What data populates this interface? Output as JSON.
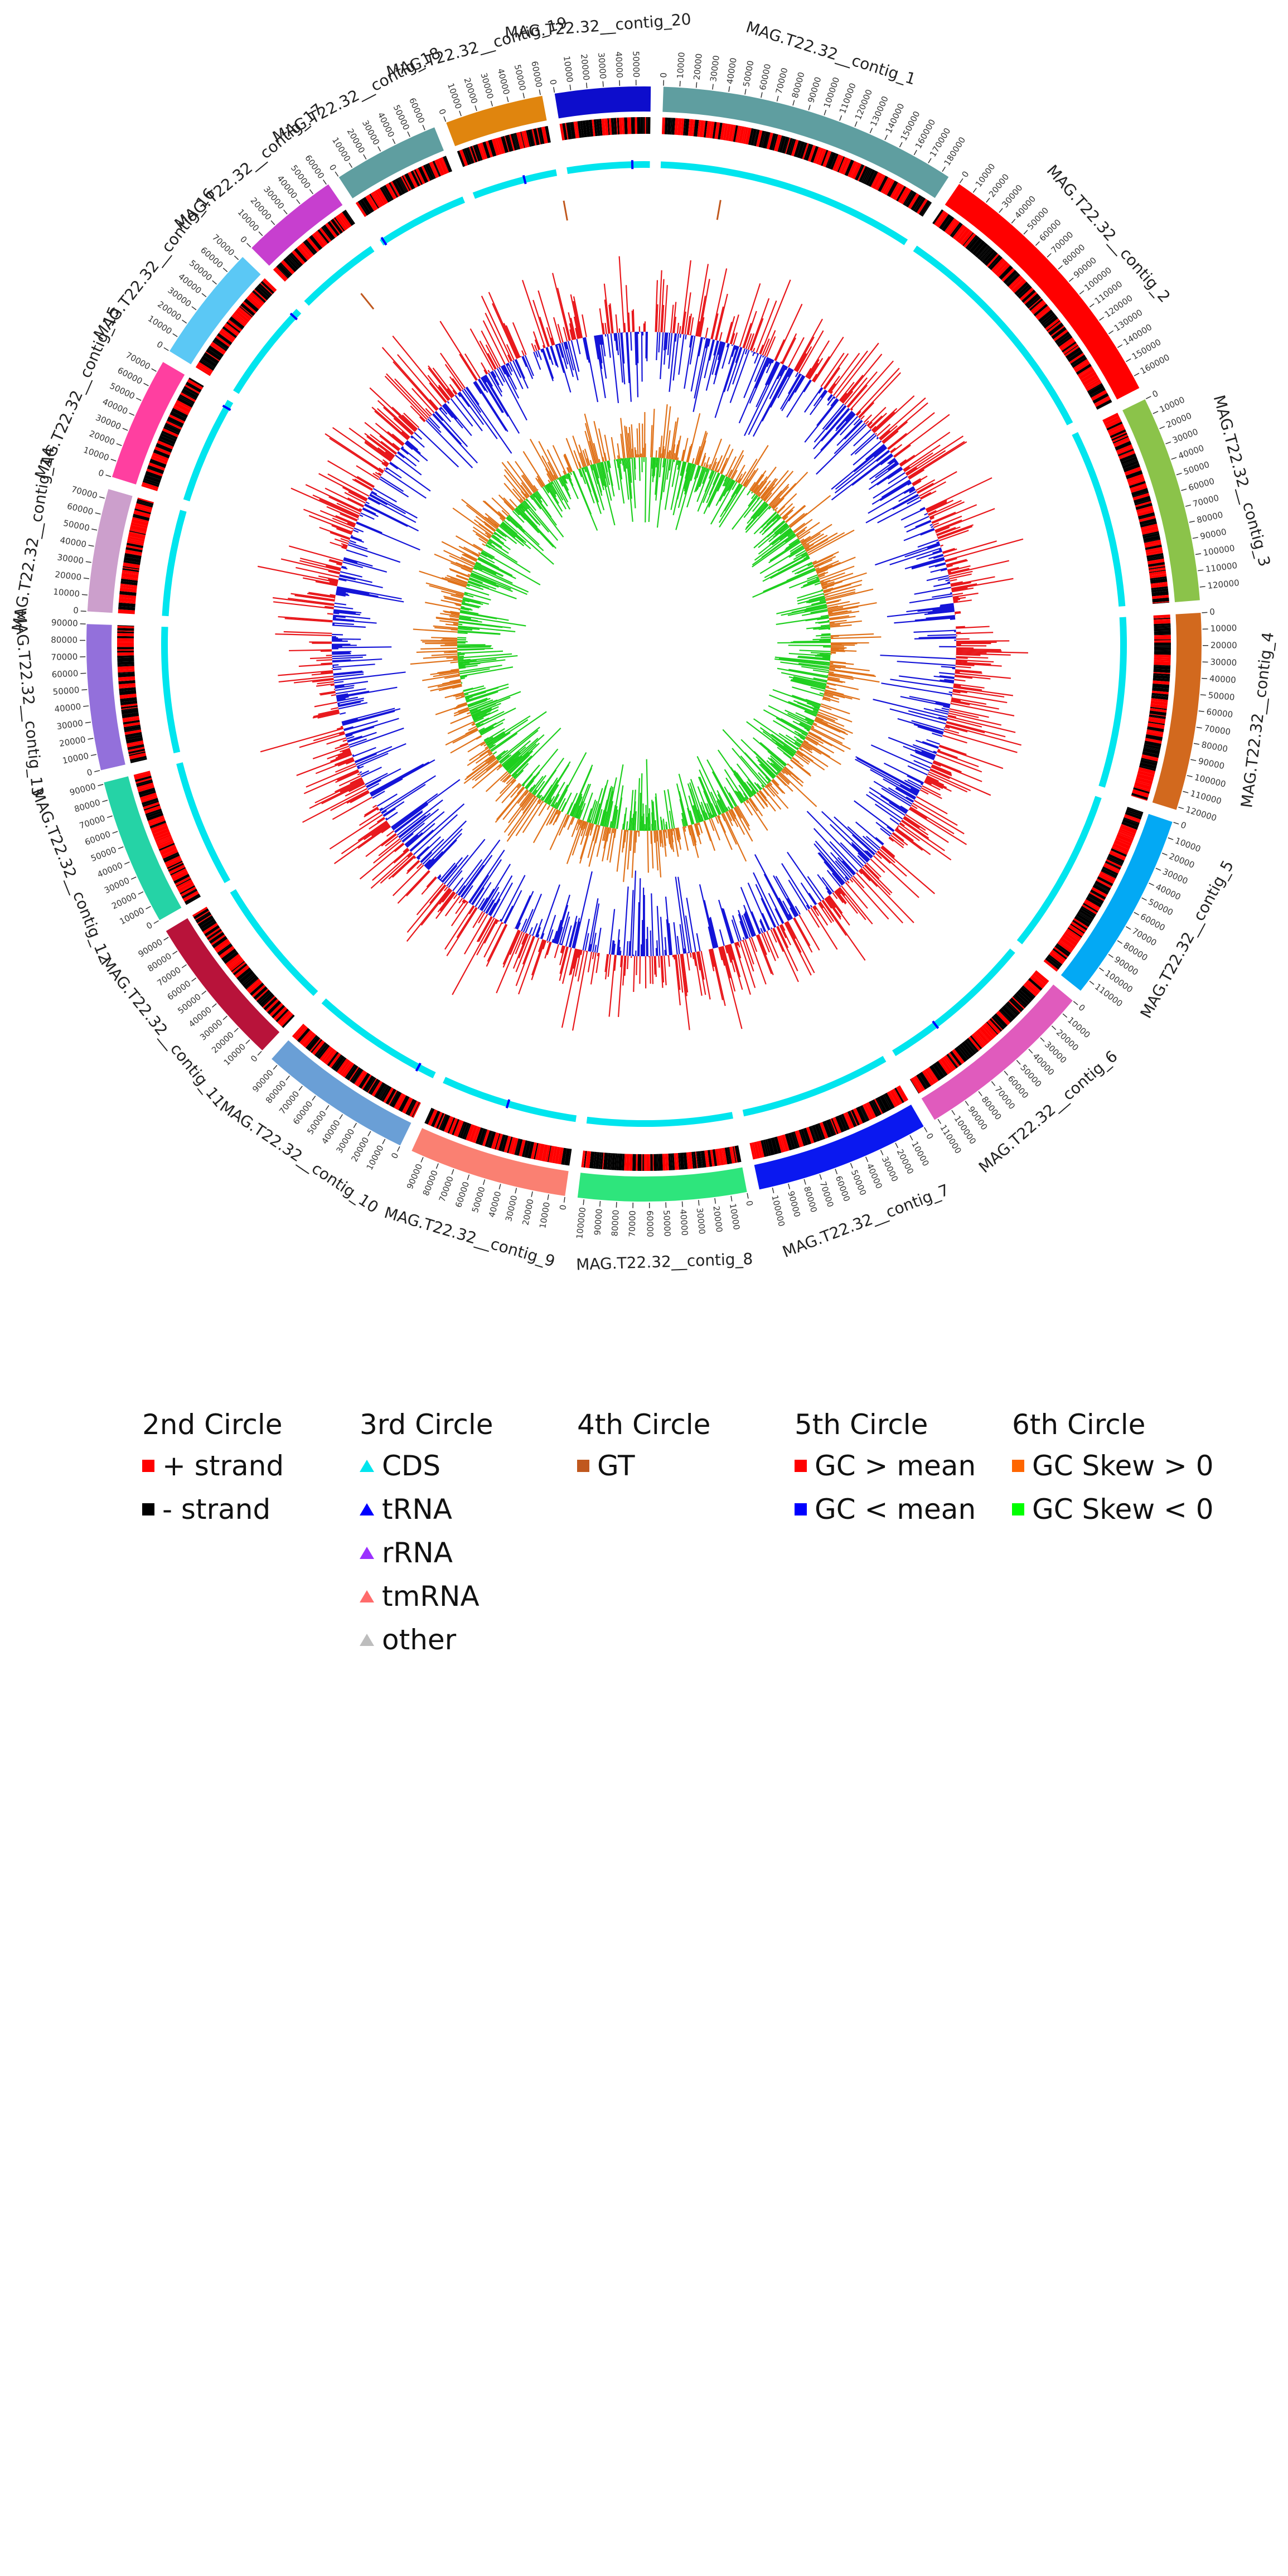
{
  "contigs": [
    {
      "name": "MAG.T22.32__contig_1",
      "length": 185000,
      "color": "#5f9ea0"
    },
    {
      "name": "MAG.T22.32__contig_2",
      "length": 168000,
      "color": "#ff0000"
    },
    {
      "name": "MAG.T22.32__contig_3",
      "length": 128000,
      "color": "#8bc34a"
    },
    {
      "name": "MAG.T22.32__contig_4",
      "length": 122000,
      "color": "#d2691e"
    },
    {
      "name": "MAG.T22.32__contig_5",
      "length": 118000,
      "color": "#03a9f4"
    },
    {
      "name": "MAG.T22.32__contig_6",
      "length": 112000,
      "color": "#e05bbd"
    },
    {
      "name": "MAG.T22.32__contig_7",
      "length": 108000,
      "color": "#0a18f0"
    },
    {
      "name": "MAG.T22.32__contig_8",
      "length": 104000,
      "color": "#2ee57c"
    },
    {
      "name": "MAG.T22.32__contig_9",
      "length": 98000,
      "color": "#fa8072"
    },
    {
      "name": "MAG.T22.32__contig_10",
      "length": 95000,
      "color": "#6a9fd6"
    },
    {
      "name": "MAG.T22.32__contig_11",
      "length": 94000,
      "color": "#b8133a"
    },
    {
      "name": "MAG.T22.32__contig_12",
      "length": 91000,
      "color": "#25d3a6"
    },
    {
      "name": "MAG.T22.32__contig_13",
      "length": 90000,
      "color": "#9370db"
    },
    {
      "name": "MAG.T22.32__contig_14",
      "length": 76000,
      "color": "#cc9fcc"
    },
    {
      "name": "MAG.T22.32__contig_15",
      "length": 77000,
      "color": "#ff3fa0"
    },
    {
      "name": "MAG.T22.32__contig_16",
      "length": 73000,
      "color": "#5bc8f5"
    },
    {
      "name": "MAG.T22.32__contig_17",
      "length": 61000,
      "color": "#c73fcf"
    },
    {
      "name": "MAG.T22.32__contig_18",
      "length": 66000,
      "color": "#5f9ea0"
    },
    {
      "name": "MAG.T22.32__contig_19",
      "length": 61000,
      "color": "#e0850e"
    },
    {
      "name": "MAG.T22.32__contig_20",
      "length": 59000,
      "color": "#0d0dcc"
    }
  ],
  "tick_step": 10000,
  "legend": {
    "col2": {
      "title": "2nd Circle",
      "items": [
        {
          "label": "+ strand",
          "color": "#ff0000",
          "shape": "square"
        },
        {
          "label": "- strand",
          "color": "#000000",
          "shape": "square"
        }
      ]
    },
    "col3": {
      "title": "3rd Circle",
      "items": [
        {
          "label": "CDS",
          "color": "#00e5ee",
          "shape": "triangle"
        },
        {
          "label": "tRNA",
          "color": "#0000ff",
          "shape": "triangle"
        },
        {
          "label": "rRNA",
          "color": "#9b30ff",
          "shape": "triangle"
        },
        {
          "label": "tmRNA",
          "color": "#ff6b6b",
          "shape": "triangle"
        },
        {
          "label": "other",
          "color": "#bdbdbd",
          "shape": "triangle"
        }
      ]
    },
    "col4": {
      "title": "4th Circle",
      "items": [
        {
          "label": "GT",
          "color": "#c0581e",
          "shape": "square"
        }
      ]
    },
    "col5": {
      "title": "5th Circle",
      "items": [
        {
          "label": "GC > mean",
          "color": "#ff0000",
          "shape": "square"
        },
        {
          "label": "GC < mean",
          "color": "#0000ff",
          "shape": "square"
        }
      ]
    },
    "col6": {
      "title": "6th Circle",
      "items": [
        {
          "label": "GC Skew > 0",
          "color": "#ff6600",
          "shape": "square"
        },
        {
          "label": "GC Skew < 0",
          "color": "#00ff00",
          "shape": "square"
        }
      ]
    }
  }
}
